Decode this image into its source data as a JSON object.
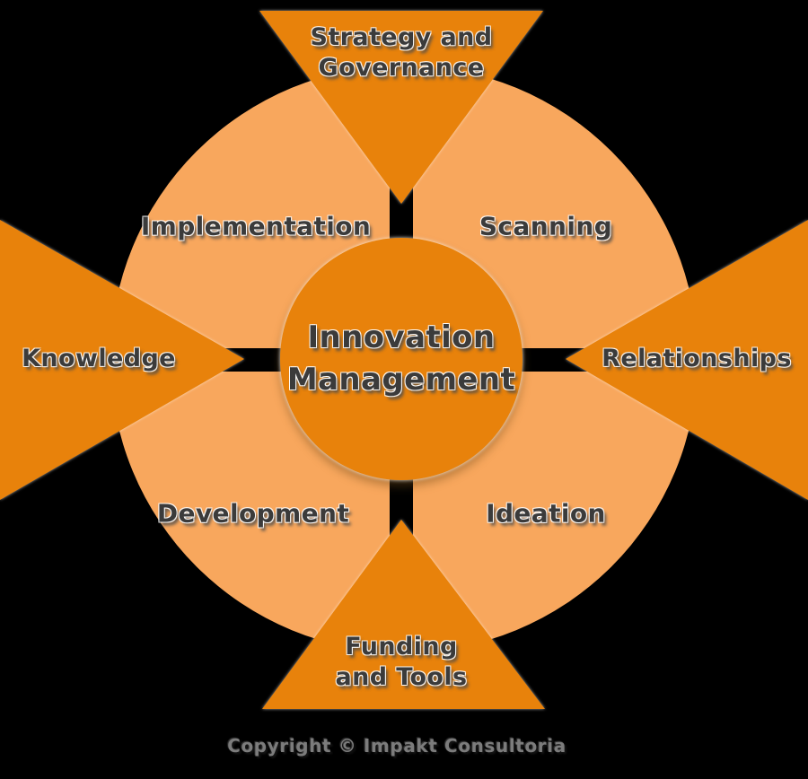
{
  "diagram": {
    "center": {
      "line1": "Innovation",
      "line2": "Management"
    },
    "quadrant_labels": {
      "top_left": "Implementation",
      "top_right": "Scanning",
      "bottom_left": "Development",
      "bottom_right": "Ideation"
    },
    "arrow_labels": {
      "top": {
        "line1": "Strategy and",
        "line2": "Governance"
      },
      "right": "Relationships",
      "bottom": {
        "line1": "Funding",
        "line2": "and Tools"
      },
      "left": "Knowledge"
    },
    "colors": {
      "light_orange": "#F8A75D",
      "dark_orange": "#E8820B",
      "label_text": "#3B3B3B",
      "copyright_text": "#7C7C7C",
      "background": "#000000"
    },
    "copyright": "Copyright © Impakt Consultoria"
  }
}
